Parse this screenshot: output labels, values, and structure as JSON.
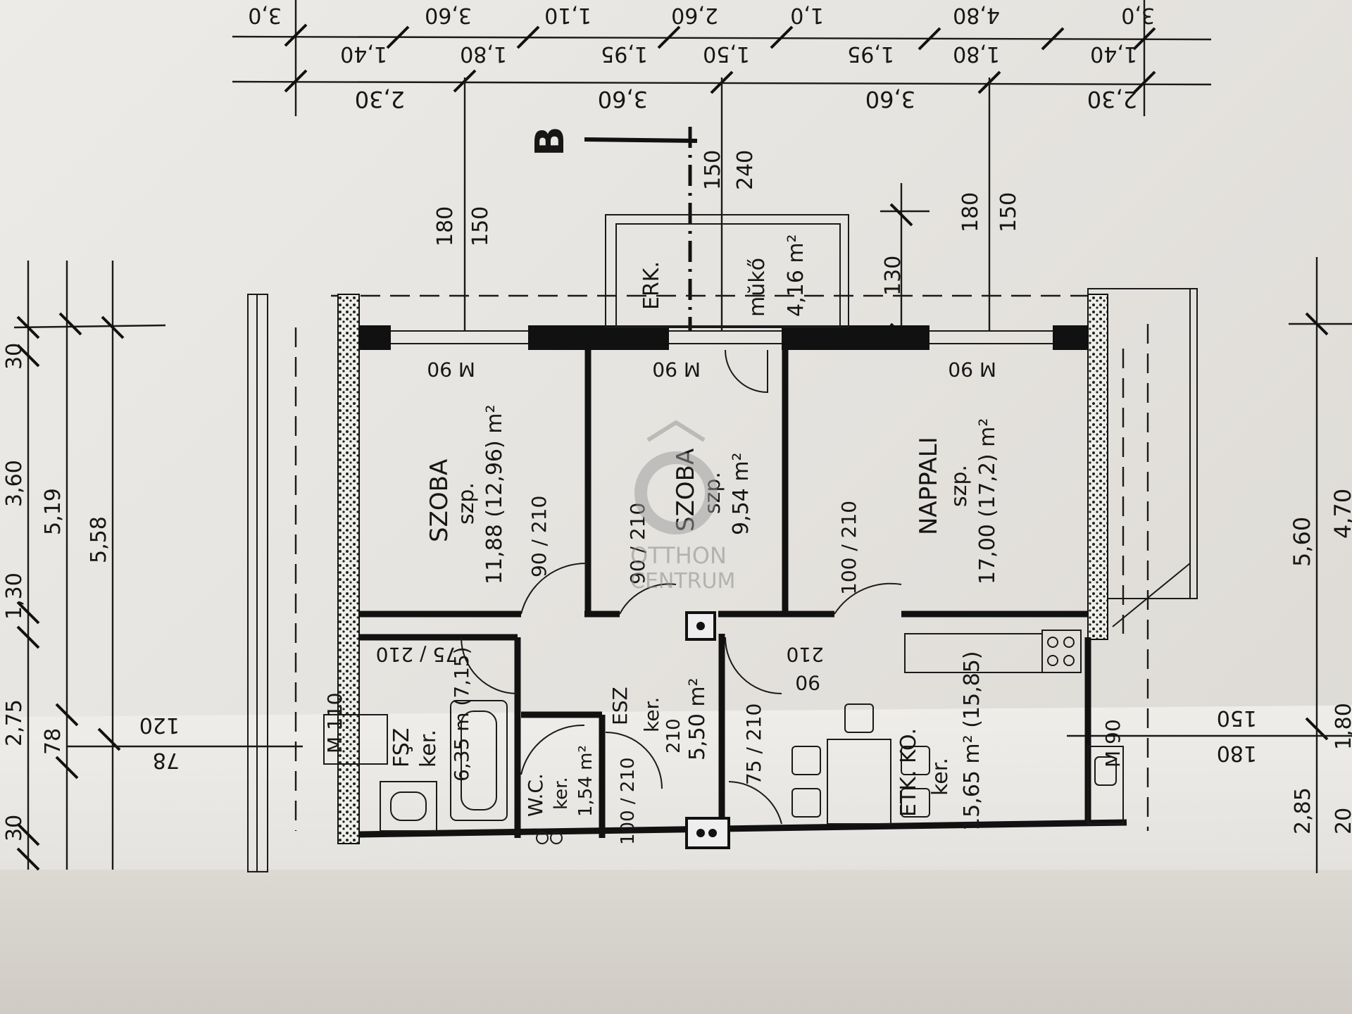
{
  "section_marker": "B",
  "watermark": {
    "line1": "OTTHON",
    "line2": "CENTRUM"
  },
  "top_dims": {
    "row1": [
      "3,0",
      "3,60",
      "1,10",
      "2,60",
      "1,0",
      "4,80",
      "3,0"
    ],
    "row2": [
      "1,40",
      "1,80",
      "1,95",
      "1,50",
      "1,95",
      "1,80",
      "1,40"
    ],
    "row3": [
      "2,30",
      "3,60",
      "3,60",
      "2,30"
    ]
  },
  "left_dims": {
    "outer": [
      "30",
      "3,60",
      "1,30",
      "2,75",
      "30"
    ],
    "mid": [
      "5,19",
      "78"
    ],
    "inner": [
      "5,58",
      "120"
    ]
  },
  "right_dims": [
    "5,60",
    "4,70",
    "2,85",
    "1,80",
    "20"
  ],
  "vertical_dims": {
    "a": [
      "180",
      "150"
    ],
    "b": [
      "150",
      "240"
    ],
    "c": [
      "130"
    ],
    "d": [
      "180",
      "150"
    ],
    "e": [
      "150",
      "180"
    ]
  },
  "rooms": [
    {
      "name": "SZOBA",
      "type": "szp.",
      "area": "11,88 (12,96) m²",
      "window": "M 90",
      "door": "90 / 210"
    },
    {
      "name": "SZOBA",
      "type": "szp.",
      "area": "9,54 m²",
      "window": "M 90",
      "door": "90 / 210"
    },
    {
      "name": "NAPPALI",
      "type": "szp.",
      "area": "17,00 (17,2) m²",
      "window": "M 90",
      "door": "100 / 210"
    },
    {
      "name": "ERK.",
      "type": "mŭkő",
      "area": "4,16 m²"
    },
    {
      "name": "FŞZ",
      "type": "ker.",
      "area": "6,35 m (7,15)",
      "door": "75 / 210",
      "window": "M 110"
    },
    {
      "name": "W.C.",
      "type": "ker.",
      "area": "1,54 m²",
      "door": "100 / 210"
    },
    {
      "name": "ESZ",
      "type": "ker.",
      "area": "5,50 m²",
      "door": "210"
    },
    {
      "name": "ETK. KO.",
      "type": "ker.",
      "area": "15,65 m² (15,85)",
      "door": "75 / 210",
      "window": "M 90"
    }
  ],
  "misc_labels": {
    "door_210_a": "210",
    "door_210_b": "210",
    "door_90": "90"
  }
}
